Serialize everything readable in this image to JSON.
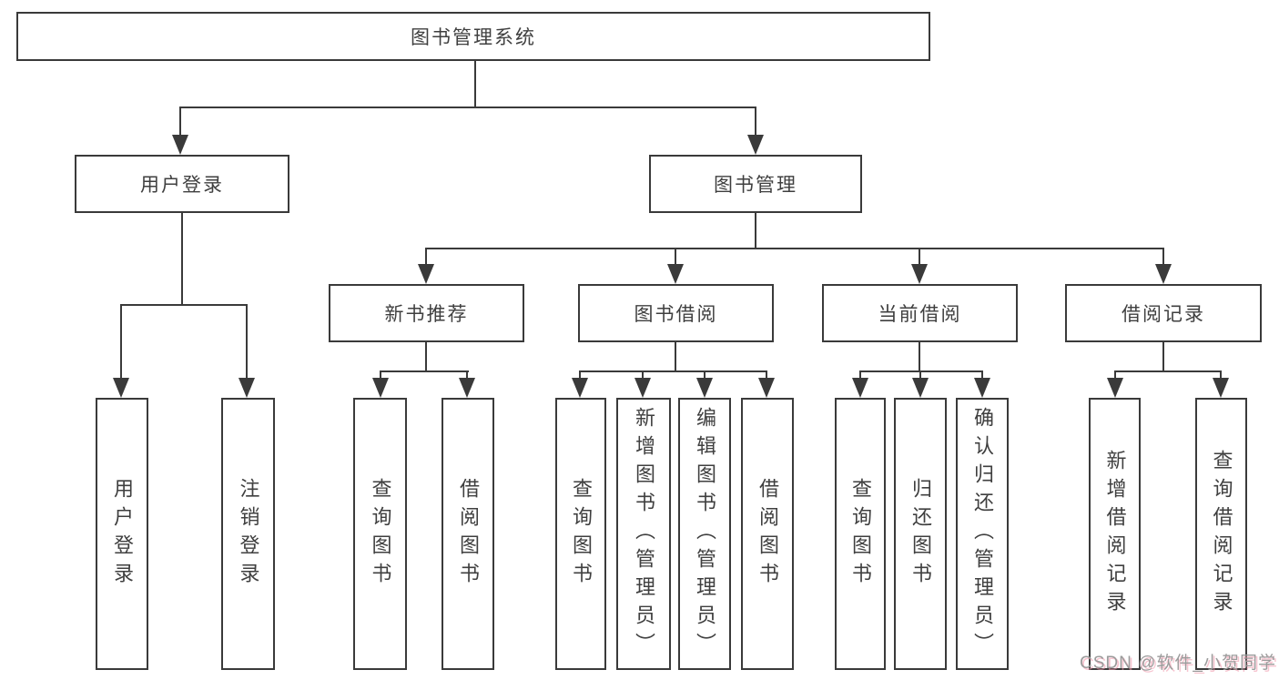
{
  "colors": {
    "line": "#3a3a3a",
    "text": "#3f3f3f",
    "background": "#ffffff",
    "watermark_text": "#9b9b9b",
    "watermark_shadow": "#f096aa"
  },
  "tree": {
    "root": {
      "label": "图书管理系统"
    },
    "level2": [
      {
        "label": "用户登录"
      },
      {
        "label": "图书管理"
      }
    ],
    "level3": [
      {
        "label": "新书推荐"
      },
      {
        "label": "图书借阅"
      },
      {
        "label": "当前借阅"
      },
      {
        "label": "借阅记录"
      }
    ],
    "leaves": {
      "user_login": [
        "用户登录",
        "注销登录"
      ],
      "new_books": [
        "查询图书",
        "借阅图书"
      ],
      "book_borrow": [
        "查询图书",
        "新增图书（管理员）",
        "编辑图书（管理员）",
        "借阅图书"
      ],
      "current_borrow": [
        "查询图书",
        "归还图书",
        "确认归还（管理员）"
      ],
      "borrow_records": [
        "新增借阅记录",
        "查询借阅记录"
      ]
    }
  },
  "watermark": {
    "text": "CSDN @软件_小贺同学"
  }
}
